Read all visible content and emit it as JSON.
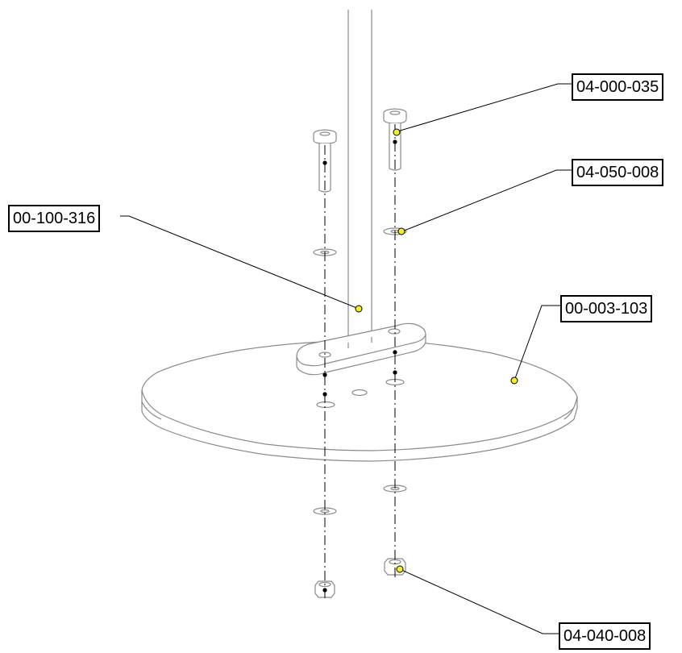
{
  "diagram": {
    "colors": {
      "line": "#000000",
      "outline": "#8a8a8a",
      "marker_fill": "#f2ef2a",
      "background": "#ffffff"
    },
    "part_labels": {
      "screw": "04-000-035",
      "washer": "04-050-008",
      "column_bracket": "00-100-316",
      "base_plate": "00-003-103",
      "nut": "04-040-008"
    }
  }
}
